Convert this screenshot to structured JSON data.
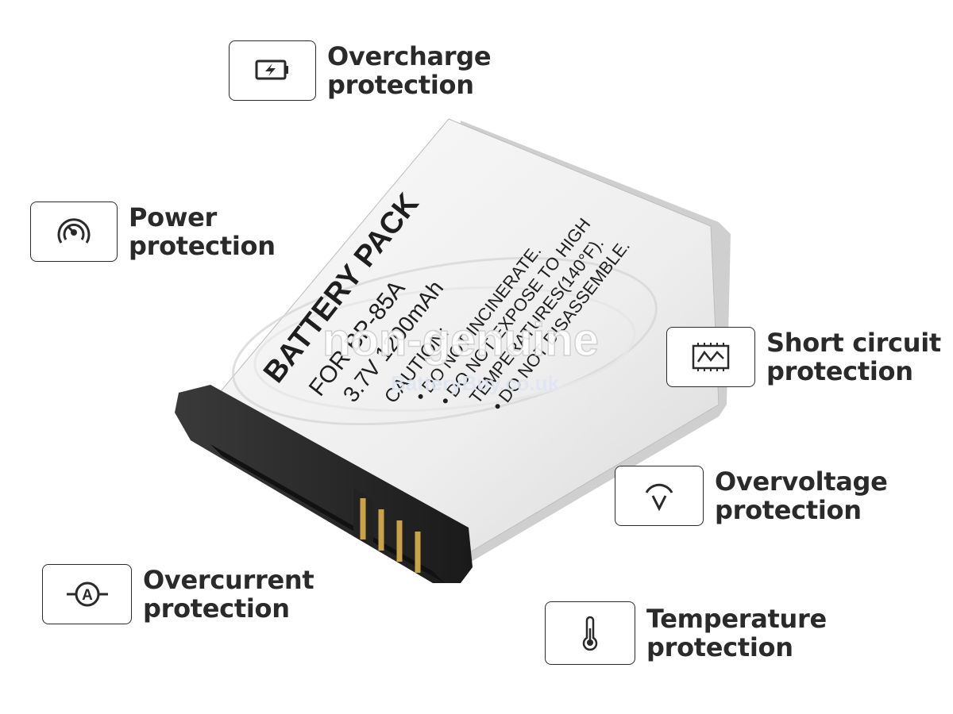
{
  "features": [
    {
      "id": "overcharge",
      "icon": "battery-charge-icon",
      "line1": "Overcharge",
      "line2": "protection"
    },
    {
      "id": "power",
      "icon": "power-gauge-icon",
      "line1": "Power",
      "line2": "protection"
    },
    {
      "id": "short-circuit",
      "icon": "circuit-board-icon",
      "line1": "Short circuit",
      "line2": "protection"
    },
    {
      "id": "overvoltage",
      "icon": "voltage-icon",
      "line1": "Overvoltage",
      "line2": "protection"
    },
    {
      "id": "overcurrent",
      "icon": "ammeter-icon",
      "line1": "Overcurrent",
      "line2": "protection"
    },
    {
      "id": "temperature",
      "icon": "thermometer-icon",
      "line1": "Temperature",
      "line2": "protection"
    }
  ],
  "battery": {
    "brand_text": "BATTERY PACK",
    "model_text": "FOR BP-85A",
    "spec_text": "3.7V 1200mAh",
    "caution_title": "CAUTION:",
    "caution_1": "• DO NOT INCINERATE.",
    "caution_2": "• DO NOT EXPOSE TO HIGH",
    "caution_3": "TEMPERATURES(140°F).",
    "caution_4": "• DO NOT DISASSEMBLE.",
    "watermark_1": "non-genuine",
    "watermark_2": "BatteryBuy.co.uk"
  },
  "colors": {
    "icon_stroke": "#2a2a2a",
    "label_text": "#2a2a2a",
    "battery_body": "#f1f1f1",
    "battery_cap": "#262626",
    "contact_gold": "#c9a24a"
  }
}
